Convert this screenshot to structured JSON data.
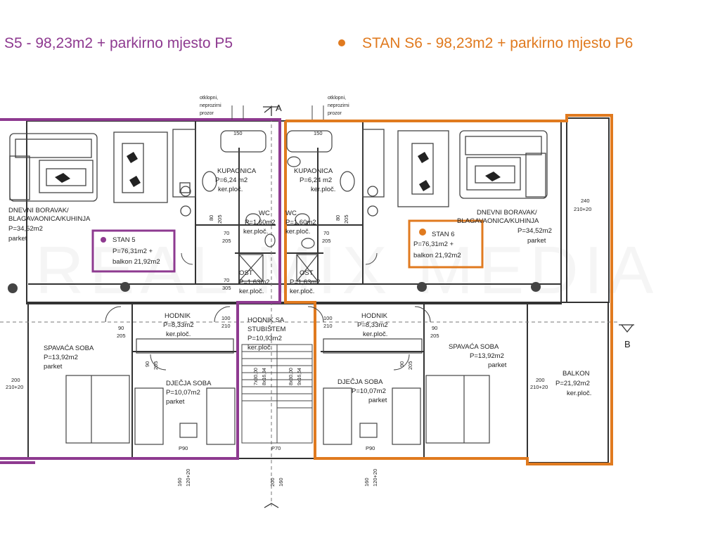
{
  "header": {
    "left_title": "S5 - 98,23m2 + parkirno mjesto P5",
    "right_title": "STAN S6 - 98,23m2 + parkirno mjesto P6"
  },
  "colors": {
    "s5": "#8e3a90",
    "s6": "#e07a1f",
    "walls": "#333333"
  },
  "markers": {
    "section_a": "A",
    "section_b": "B"
  },
  "notes": {
    "window_left": [
      "otklopni,",
      "neprozirni",
      "prozor"
    ],
    "window_right": [
      "otklopni,",
      "neprozirni",
      "prozor"
    ]
  },
  "units": {
    "s5": {
      "name": "STAN 5",
      "area": "P=76,31m2 +",
      "balcony": "balkon 21,92m2"
    },
    "s6": {
      "name": "STAN 6",
      "area": "P=76,31m2 +",
      "balcony": "balkon 21,92m2"
    }
  },
  "rooms": {
    "living_left": [
      "DNEVNI BORAVAK/",
      "BLAGAVAONICA/KUHINJA",
      "P=34,52m2",
      "parket"
    ],
    "living_right": [
      "DNEVNI BORAVAK/",
      "BLAGAVAONICA/KUHINJA",
      "P=34,52m2",
      "parket"
    ],
    "bath_left": [
      "KUPAONICA",
      "P=6,24 m2",
      "ker.ploč."
    ],
    "bath_right": [
      "KUPAONICA",
      "P=6,24 m2",
      "ker.ploč."
    ],
    "wc_left": [
      "WC",
      "P=1,60m2",
      "ker.ploč."
    ],
    "wc_right": [
      "WC",
      "P=1,60m2",
      "ker.ploč."
    ],
    "ost_left": [
      "OST",
      "P=1,63m2",
      "ker.ploč."
    ],
    "ost_right": [
      "OST",
      "P=1,63m2",
      "ker.ploč."
    ],
    "hall_left": [
      "HODNIK",
      "P=8,33m2",
      "ker.ploč."
    ],
    "hall_right": [
      "HODNIK",
      "P=8,33m2",
      "ker.ploč."
    ],
    "stair_hall": [
      "HODNIK SA",
      "STUBIŠTEM",
      "P=10,93m2",
      "ker.ploč."
    ],
    "bed_left": [
      "SPAVAĆA SOBA",
      "P=13,92m2",
      "parket"
    ],
    "bed_right": [
      "SPAVAĆA SOBA",
      "P=13,92m2",
      "parket"
    ],
    "kid_left": [
      "DJEČJA SOBA",
      "P=10,07m2",
      "parket"
    ],
    "kid_right": [
      "DJEČJA SOBA",
      "P=10,07m2",
      "parket"
    ],
    "balcony_right": [
      "BALKON",
      "P=21,92m2",
      "ker.ploč."
    ]
  },
  "dimensions": {
    "d240": "240",
    "d210_20": "210+20",
    "d200": "200",
    "d100": "100",
    "d210": "210",
    "d90": "90",
    "d205": "205",
    "d70": "70",
    "d80": "80",
    "d305": "305",
    "d160": "160",
    "d120_20": "120+20",
    "d150": "150",
    "p90": "P90",
    "p70": "P70",
    "stairs": [
      "7x30,00",
      "8x16,94",
      "8x30,00",
      "9x16,64"
    ]
  },
  "watermark": "REAL MIX MEDIA"
}
